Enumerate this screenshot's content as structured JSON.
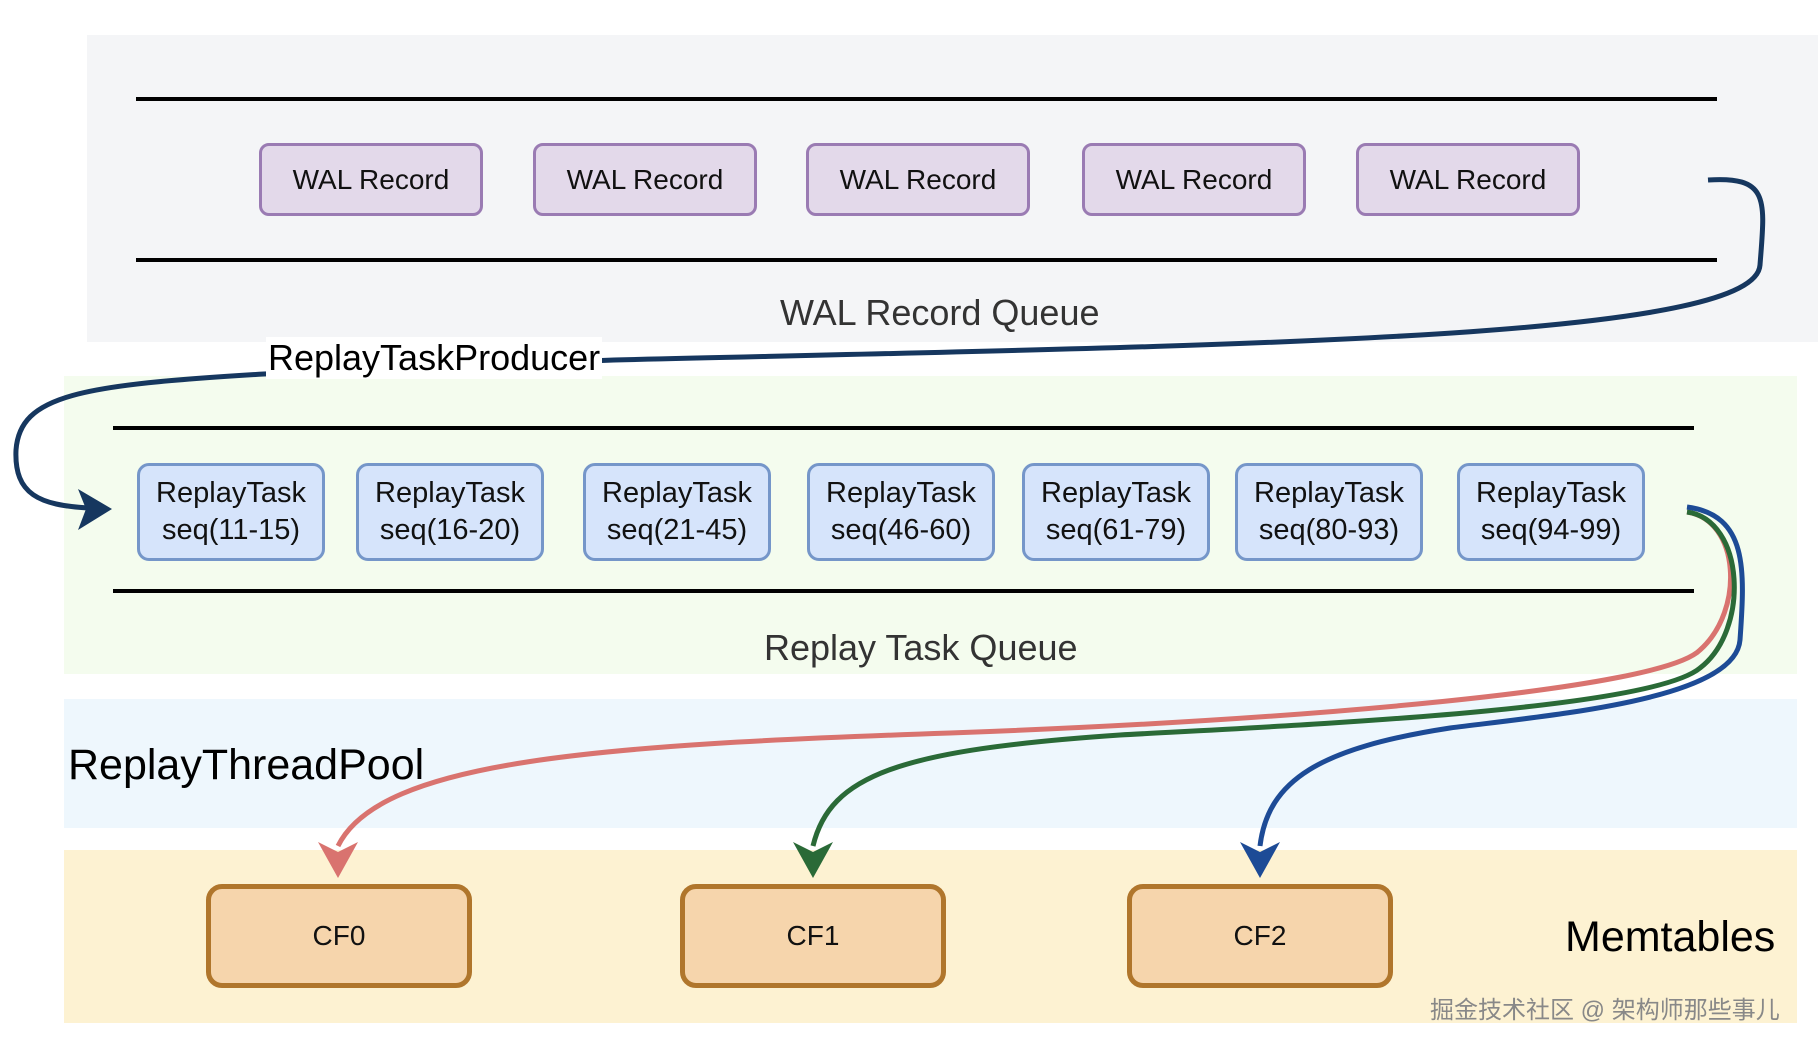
{
  "wal_queue": {
    "label": "WAL Record Queue",
    "records": [
      "WAL Record",
      "WAL Record",
      "WAL Record",
      "WAL Record",
      "WAL Record"
    ]
  },
  "producer": {
    "label": "ReplayTaskProducer"
  },
  "replay_queue": {
    "label": "Replay Task Queue",
    "tasks": [
      {
        "name": "ReplayTask",
        "seq": "seq(11-15)"
      },
      {
        "name": "ReplayTask",
        "seq": "seq(16-20)"
      },
      {
        "name": "ReplayTask",
        "seq": "seq(21-45)"
      },
      {
        "name": "ReplayTask",
        "seq": "seq(46-60)"
      },
      {
        "name": "ReplayTask",
        "seq": "seq(61-79)"
      },
      {
        "name": "ReplayTask",
        "seq": "seq(80-93)"
      },
      {
        "name": "ReplayTask",
        "seq": "seq(94-99)"
      }
    ]
  },
  "thread_pool": {
    "label": "ReplayThreadPool"
  },
  "memtables": {
    "label": "Memtables",
    "column_families": [
      "CF0",
      "CF1",
      "CF2"
    ]
  },
  "colors": {
    "cf0_arrow": "#d9736f",
    "cf1_arrow": "#2a6a37",
    "cf2_arrow": "#1d4b96",
    "producer_arrow": "#16375f"
  },
  "watermark": "掘金技术社区 @ 架构师那些事儿"
}
